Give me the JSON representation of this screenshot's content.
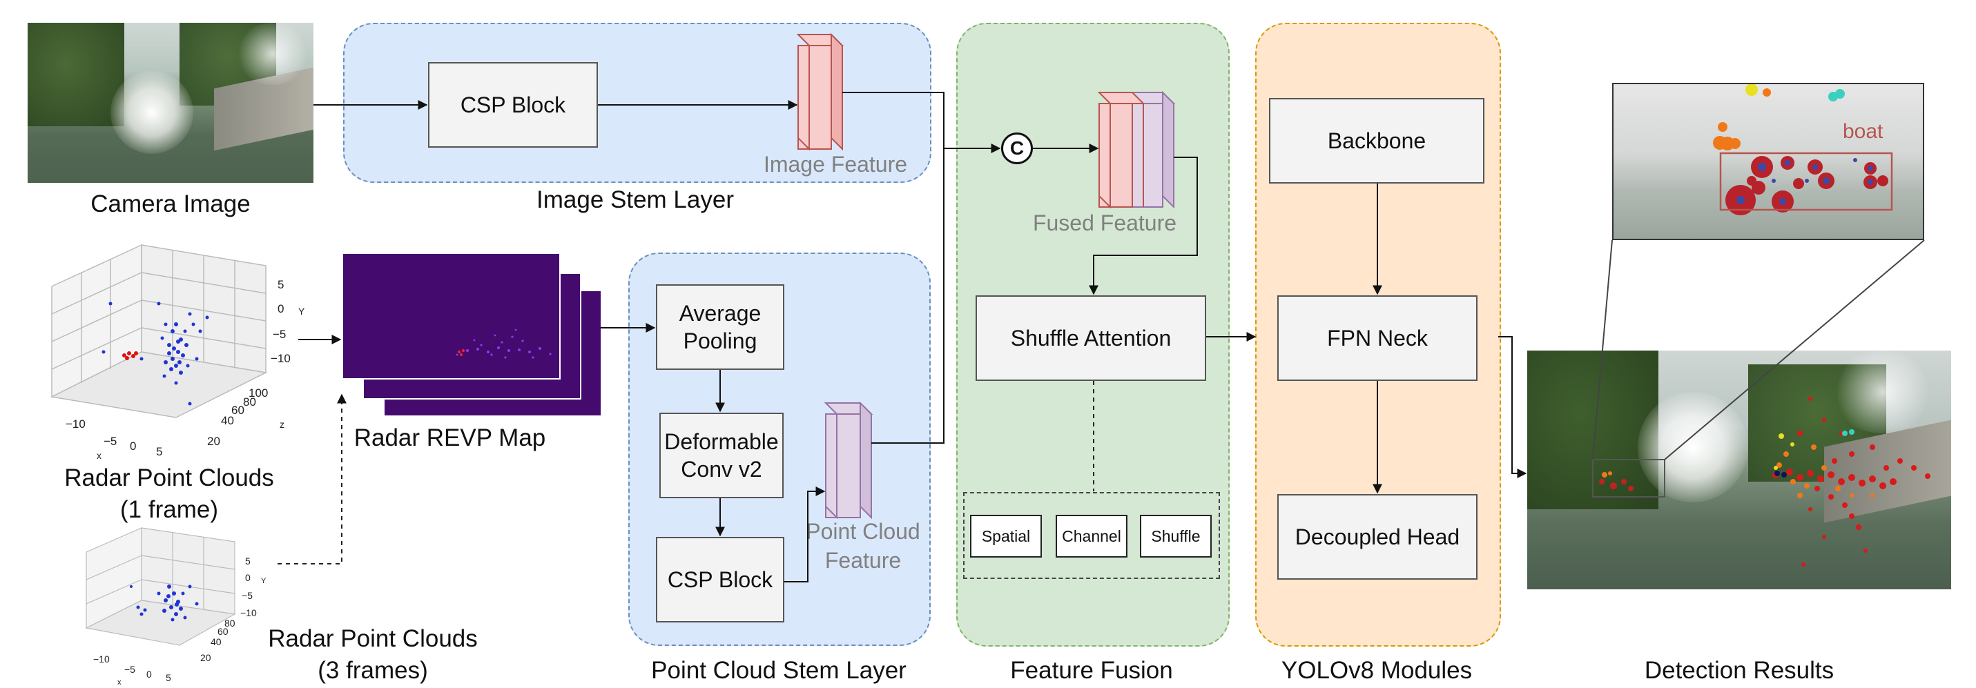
{
  "inputs": {
    "camera_caption": "Camera Image",
    "radar_1frame_caption": "Radar Point Clouds\n(1 frame)",
    "radar_3frame_caption": "Radar Point Clouds\n(3 frames)",
    "revp_caption": "Radar REVP Map"
  },
  "image_stem": {
    "title": "Image Stem Layer",
    "csp_block": "CSP Block",
    "feature_label": "Image Feature"
  },
  "pc_stem": {
    "title": "Point Cloud Stem Layer",
    "avg_pool": "Average\nPooling",
    "deform_conv": "Deformable\nConv v2",
    "csp_block": "CSP Block",
    "feature_label": "Point Cloud\nFeature"
  },
  "fusion": {
    "title": "Feature Fusion",
    "concat_symbol": "C",
    "fused_label": "Fused Feature",
    "shuffle_attention": "Shuffle Attention",
    "sub_spatial": "Spatial",
    "sub_channel": "Channel",
    "sub_shuffle": "Shuffle"
  },
  "yolo": {
    "title": "YOLOv8 Modules",
    "backbone": "Backbone",
    "fpn_neck": "FPN Neck",
    "decoupled_head": "Decoupled Head"
  },
  "detection": {
    "title": "Detection Results",
    "box_label": "boat"
  },
  "plot_ticks": {
    "y_axis_letter": "Y",
    "x_axis_letter": "x",
    "z_axis_letter": "z",
    "y_ticks": [
      "5",
      "0",
      "−5",
      "−10"
    ],
    "x_ticks": [
      "−10",
      "−5",
      "0",
      "5"
    ],
    "z_ticks": [
      "100",
      "80",
      "60",
      "40",
      "20"
    ]
  },
  "colors": {
    "stem_fill": "#dae8fc",
    "stem_border": "#6c8ebf",
    "fusion_fill": "#d5e8d4",
    "fusion_border": "#82b366",
    "yolo_fill": "#ffe6cc",
    "yolo_border": "#d79b00",
    "image_feature": "#f8cecc",
    "pc_feature": "#e1d5e7",
    "revp_purple": "#450a6e",
    "detection_red": "#b85450"
  }
}
